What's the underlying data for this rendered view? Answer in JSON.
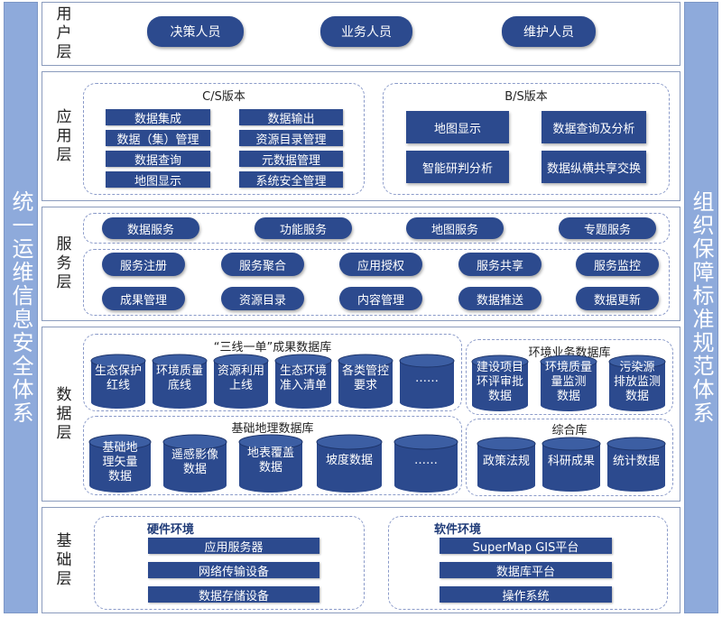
{
  "left_sidebar": {
    "label": "统一运维信息安全体系"
  },
  "right_sidebar": {
    "label": "组织保障标准规范体系"
  },
  "user_layer": {
    "title": "用户层",
    "roles": [
      "决策人员",
      "业务人员",
      "维护人员"
    ]
  },
  "app_layer": {
    "title": "应用层",
    "cs": {
      "title": "C/S版本",
      "items": [
        "数据集成",
        "数据输出",
        "数据（集）管理",
        "资源目录管理",
        "数据查询",
        "元数据管理",
        "地图显示",
        "系统安全管理"
      ]
    },
    "bs": {
      "title": "B/S版本",
      "items": [
        "地图显示",
        "数据查询及分析",
        "智能研判分析",
        "数据纵横共享交换"
      ]
    }
  },
  "service_layer": {
    "title": "服务层",
    "row1": [
      "数据服务",
      "功能服务",
      "地图服务",
      "专题服务"
    ],
    "row2": [
      "服务注册",
      "服务聚合",
      "应用授权",
      "服务共享",
      "服务监控"
    ],
    "row3": [
      "成果管理",
      "资源目录",
      "内容管理",
      "数据推送",
      "数据更新"
    ]
  },
  "data_layer": {
    "title": "数据层",
    "sanxian": {
      "title": "“三线一单”成果数据库",
      "items": [
        "生态保护\n红线",
        "环境质量\n底线",
        "资源利用\n上线",
        "生态环境\n准入清单",
        "各类管控\n要求",
        "……"
      ]
    },
    "env": {
      "title": "环境业务数据库",
      "items": [
        "建设项目\n环评审批\n数据",
        "环境质量\n量监测\n数据",
        "污染源\n排放监测\n数据"
      ]
    },
    "geo": {
      "title": "基础地理数据库",
      "items": [
        "基础地\n理矢量\n数据",
        "遥感影像\n数据",
        "地表覆盖\n数据",
        "坡度数据",
        "……"
      ]
    },
    "zonghe": {
      "title": "综合库",
      "items": [
        "政策法规",
        "科研成果",
        "统计数据"
      ]
    }
  },
  "base_layer": {
    "title": "基础层",
    "hardware": {
      "title": "硬件环境",
      "items": [
        "应用服务器",
        "网络传输设备",
        "数据存储设备"
      ]
    },
    "software": {
      "title": "软件环境",
      "items": [
        "SuperMap GIS平台",
        "数据库平台",
        "操作系统"
      ]
    }
  },
  "colors": {
    "box": "#2c4a8e",
    "sidebar": "#8eaadb",
    "dash": "#8a9ac9"
  }
}
